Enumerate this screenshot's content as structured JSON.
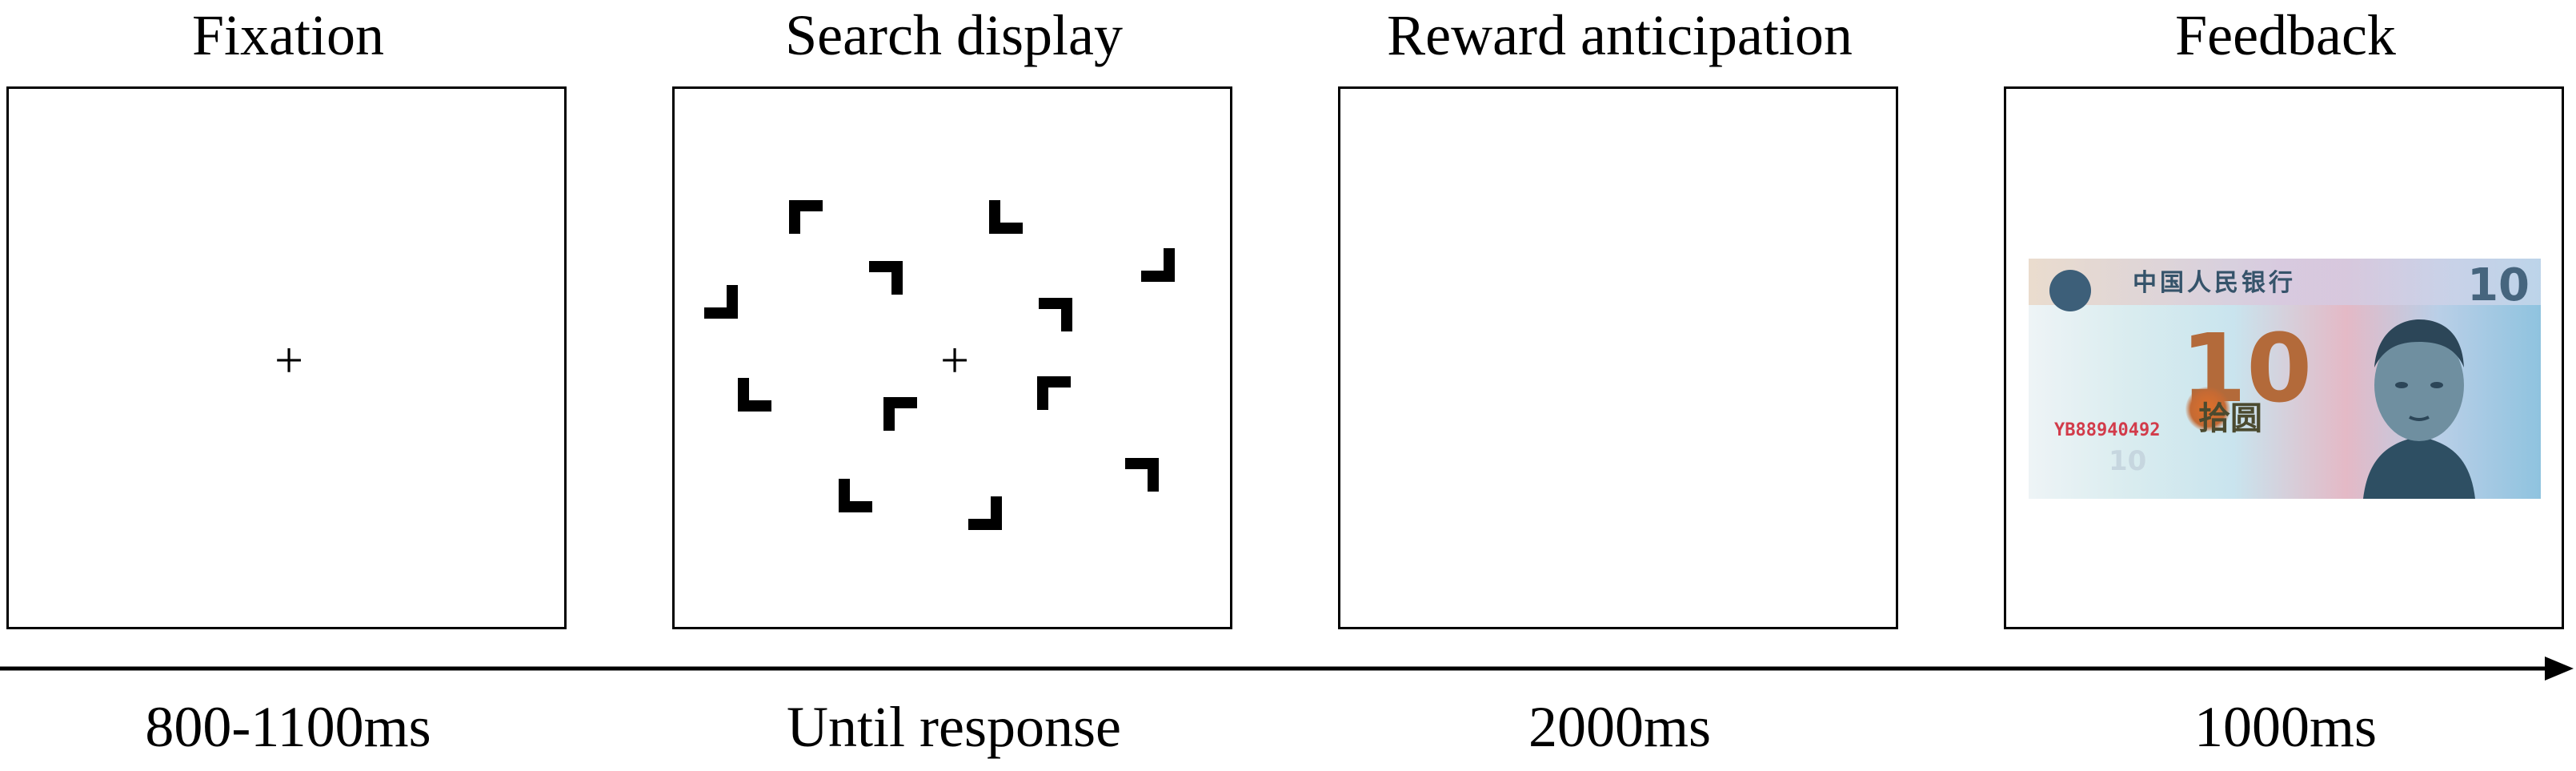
{
  "stages": [
    {
      "title": "Fixation",
      "duration": "800-1100ms"
    },
    {
      "title": "Search display",
      "duration": "Until response"
    },
    {
      "title": "Reward anticipation",
      "duration": "2000ms"
    },
    {
      "title": "Feedback",
      "duration": "1000ms"
    }
  ],
  "fixation_symbol": "+",
  "banknote": {
    "bank_name": "中国人民银行",
    "denomination": "10",
    "denomination_chinese": "拾圆",
    "serial": "YB88940492",
    "colors": {
      "ink_blue": "#35536a",
      "serial_red": "#d23b4a",
      "accent_orange": "#c46a34"
    }
  },
  "colors": {
    "stroke": "#000000",
    "background": "#ffffff"
  }
}
